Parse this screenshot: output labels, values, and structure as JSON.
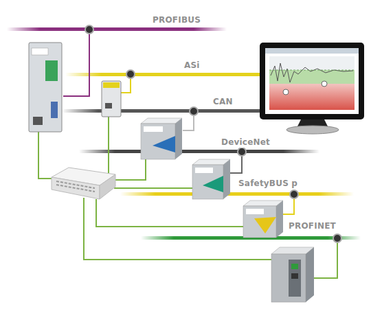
{
  "diagram": {
    "labels": [
      "PROFIBUS",
      "ASi",
      "CAN",
      "DeviceNet",
      "SafetyBUS p",
      "PROFINET"
    ]
  }
}
